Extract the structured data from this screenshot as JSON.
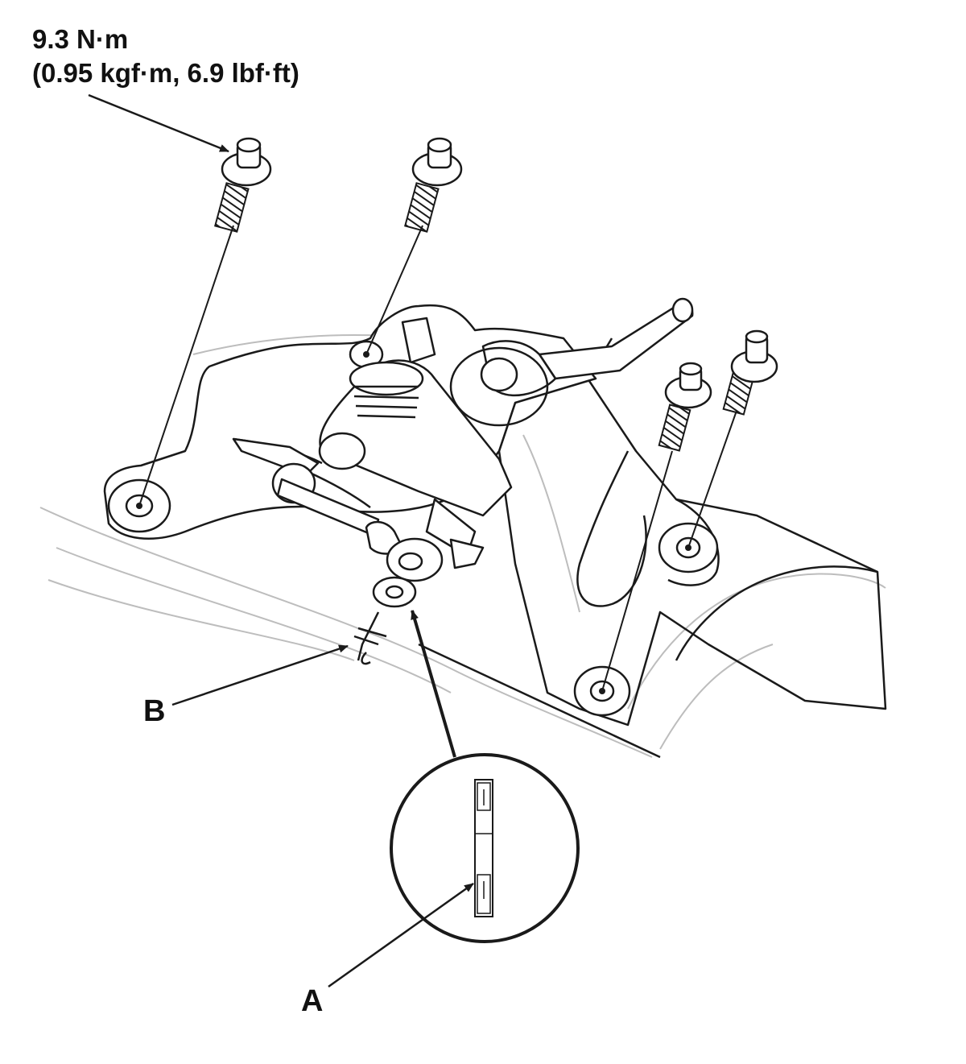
{
  "torque_spec": {
    "value_metric": "9.3 N·m",
    "value_alt": "(0.95 kgf·m, 6.9 lbf·ft)"
  },
  "callouts": {
    "a": "A",
    "b": "B"
  },
  "colors": {
    "line": "#1a1a1a",
    "faint": "#bdbdbd",
    "background": "#ffffff"
  }
}
